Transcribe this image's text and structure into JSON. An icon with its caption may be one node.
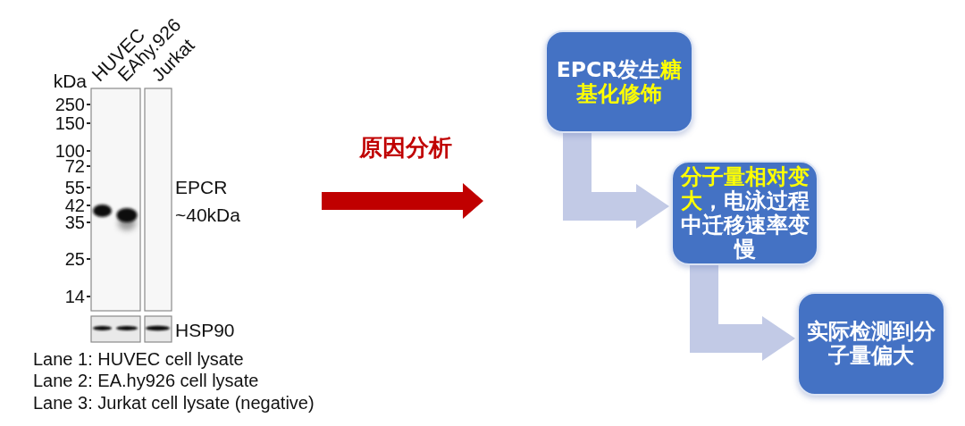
{
  "diagram": {
    "nodes": [
      {
        "text": [],
        "shape": "picture",
        "beside": [
          "HUVEC",
          "EAhy.926",
          "Jurkat",
          "kDa",
          "250",
          "150",
          "100",
          "72",
          "55",
          "42",
          "35",
          "25",
          "14",
          "EPCR ~40kDa",
          "HSP90",
          "Lane 1: HUVEC cell lysate",
          "Lane 2: EA.hy926 cell lysate",
          "Lane 3: Jurkat cell lysate (negative)"
        ]
      },
      {
        "text": [
          "EPCR发生**糖基化修饰**"
        ]
      },
      {
        "text": [
          "**分子量相对变大**，电泳过程中迁移速率变慢"
        ]
      },
      {
        "text": [
          "实际检测到分子量偏大"
        ]
      }
    ],
    "edges": [
      {
        "from": 0,
        "to": null,
        "arrow": "to",
        "label": "原因分析",
        "color": "#c00000"
      },
      {
        "from": 1,
        "to": 2,
        "arrow": "to"
      },
      {
        "from": 2,
        "to": 3,
        "arrow": "to"
      }
    ]
  }
}
